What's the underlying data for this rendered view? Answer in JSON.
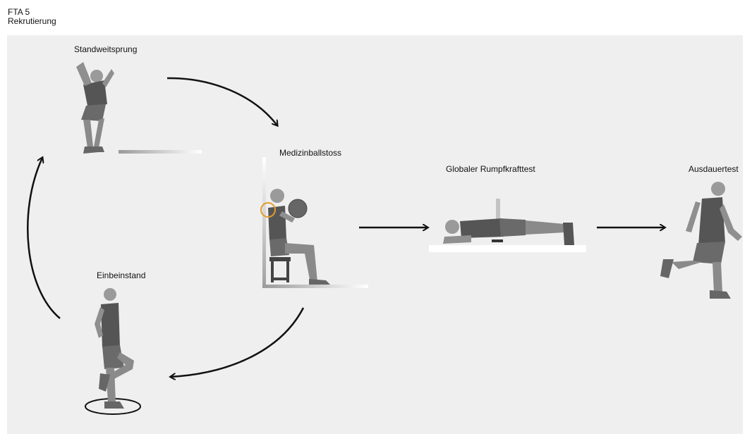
{
  "header": {
    "code": "FTA 5",
    "subtitle": "Rekrutierung"
  },
  "stations": {
    "standweitsprung": "Standweitsprung",
    "medizinballstoss": "Medizinballstoss",
    "rumpfkrafttest": "Globaler Rumpfkrafttest",
    "ausdauertest": "Ausdauertest",
    "einbeinstand": "Einbeinstand"
  },
  "colors": {
    "panel": "#efefef",
    "arrow": "#111111",
    "figure": "#8a8a8a",
    "figure_dark": "#555555",
    "ring": "#e39b2d"
  }
}
